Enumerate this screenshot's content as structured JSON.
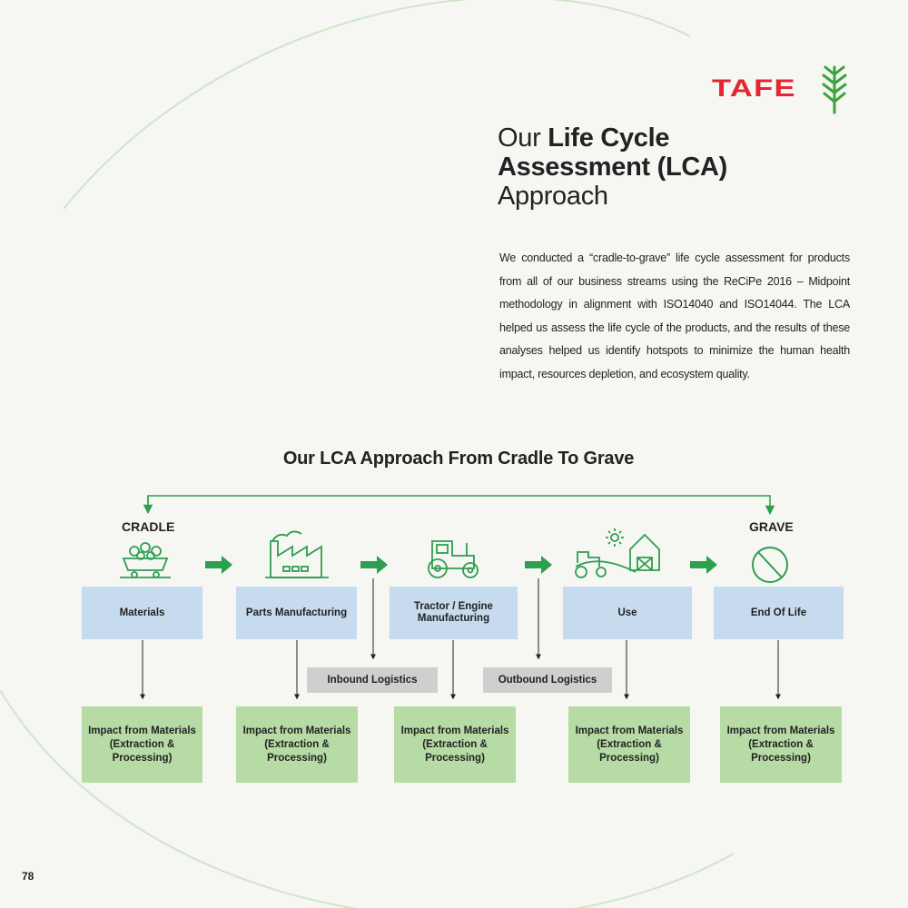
{
  "logo": {
    "text": "TAFE"
  },
  "title": {
    "line1_normal": "Our ",
    "line1_bold": "Life Cycle",
    "line2_bold": "Assessment (LCA)",
    "line3_normal": "Approach"
  },
  "intro": "We conducted a “cradle-to-grave” life cycle assessment for products from all of our business streams using the ReCiPe 2016 – Midpoint methodology in alignment with ISO14040 and ISO14044. The LCA helped us assess the life cycle of the products, and the results of these analyses helped us identify hotspots to minimize the human health impact, resources depletion, and ecosystem quality.",
  "diagram": {
    "title": "Our LCA Approach From Cradle To Grave",
    "start_label": "CRADLE",
    "end_label": "GRAVE",
    "stages": [
      {
        "label": "Materials",
        "icon": "mining-cart-icon",
        "impact": "Impact from Materials (Extraction & Processing)"
      },
      {
        "label": "Parts Manufacturing",
        "icon": "factory-icon",
        "impact": "Impact from Materials (Extraction & Processing)"
      },
      {
        "label": "Tractor / Engine Manufacturing",
        "icon": "tractor-icon",
        "impact": "Impact from Materials (Extraction & Processing)"
      },
      {
        "label": "Use",
        "icon": "farm-tractor-icon",
        "impact": "Impact from Materials (Extraction & Processing)"
      },
      {
        "label": "End Of Life",
        "icon": "prohibited-icon",
        "impact": "Impact from Materials (Extraction & Processing)"
      }
    ],
    "logistics": [
      "Inbound Logistics",
      "Outbound Logistics"
    ],
    "colors": {
      "green": "#2e9e4f",
      "stage": "#c7dbee",
      "impact": "#b7dba5",
      "logistics": "#cfcfcf"
    }
  },
  "page_number": "78"
}
